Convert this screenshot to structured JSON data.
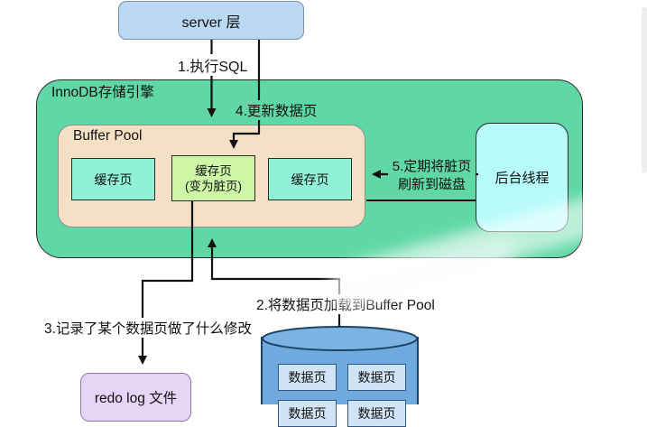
{
  "title": "InnoDB update flow diagram",
  "nodes": {
    "server": {
      "label": "server 层"
    },
    "innodb": {
      "label": "InnoDB存储引擎"
    },
    "buffer_pool": {
      "label": "Buffer Pool"
    },
    "cache_pages": [
      {
        "label": "缓存页"
      },
      {
        "label": "缓存页",
        "sublabel": "(变为脏页)"
      },
      {
        "label": "缓存页"
      }
    ],
    "bg_thread": {
      "label": "后台线程"
    },
    "redo_log": {
      "label": "redo log 文件"
    },
    "disk_data_pages": [
      {
        "label": "数据页"
      },
      {
        "label": "数据页"
      },
      {
        "label": "数据页"
      },
      {
        "label": "数据页"
      }
    ]
  },
  "flows": {
    "step1": {
      "label": "1.执行SQL"
    },
    "step2": {
      "label": "2.将数据页加载到Buffer Pool"
    },
    "step3": {
      "label": "3.记录了某个数据页做了什么修改"
    },
    "step4": {
      "label": "4.更新数据页"
    },
    "step5": {
      "line1": "5.定期将脏页",
      "line2": "刷新到磁盘"
    }
  },
  "colors": {
    "server_fill": "#BAD8F1",
    "innodb_fill": "#5FD8A6",
    "buffer_pool_fill": "#F4E0C4",
    "cache_page_fill": "#8FF2D5",
    "dirty_page_fill": "#CDF6A6",
    "bg_thread_fill": "#B6FBFA",
    "redo_log_fill": "#E6D5F6",
    "cylinder_fill": "#6FA9DD",
    "cylinder_top_fill": "#7BB3E3",
    "data_page_fill": "#D0E4F5",
    "line_color": "#111111"
  }
}
